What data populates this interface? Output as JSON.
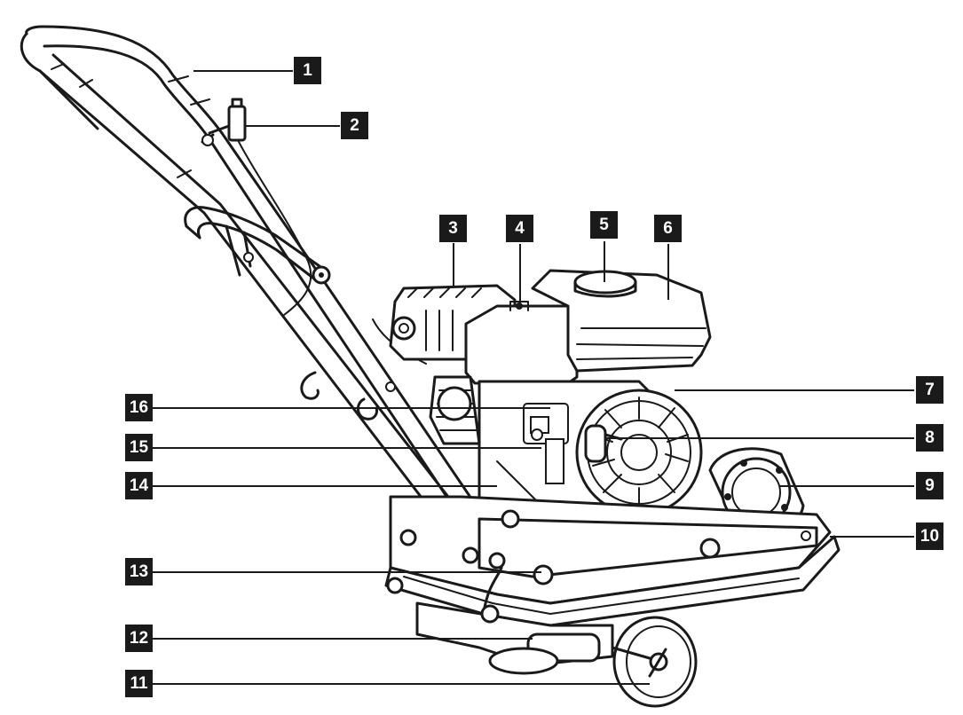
{
  "labels": [
    "1",
    "2",
    "3",
    "4",
    "5",
    "6",
    "7",
    "8",
    "9",
    "10",
    "11",
    "12",
    "13",
    "14",
    "15",
    "16"
  ],
  "colors": {
    "ink": "#1a1a1a",
    "paper": "#ffffff"
  }
}
